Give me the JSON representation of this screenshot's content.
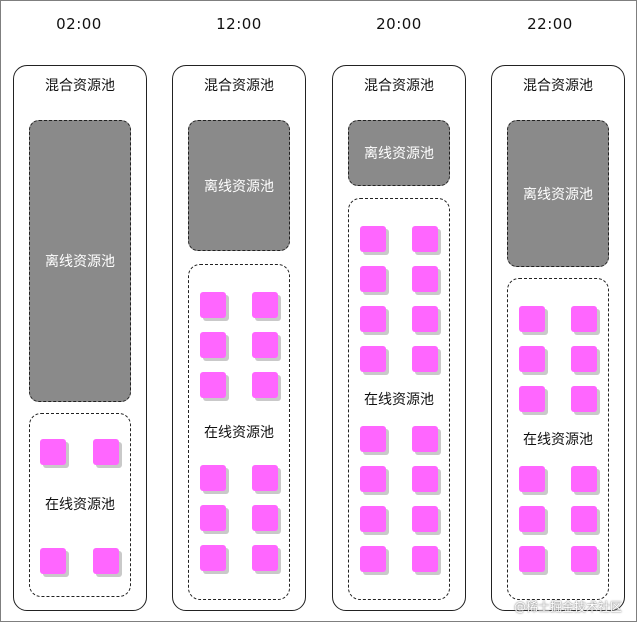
{
  "times": [
    "02:00",
    "12:00",
    "20:00",
    "22:00"
  ],
  "mixed_pool_label": "混合资源池",
  "offline_pool_label": "离线资源池",
  "online_pool_label": "在线资源池",
  "watermark": "@稀土掘金技术社区",
  "colors": {
    "offline_fill": "#8a8a8a",
    "instance_fill": "#ff66ff",
    "border": "#222222"
  }
}
